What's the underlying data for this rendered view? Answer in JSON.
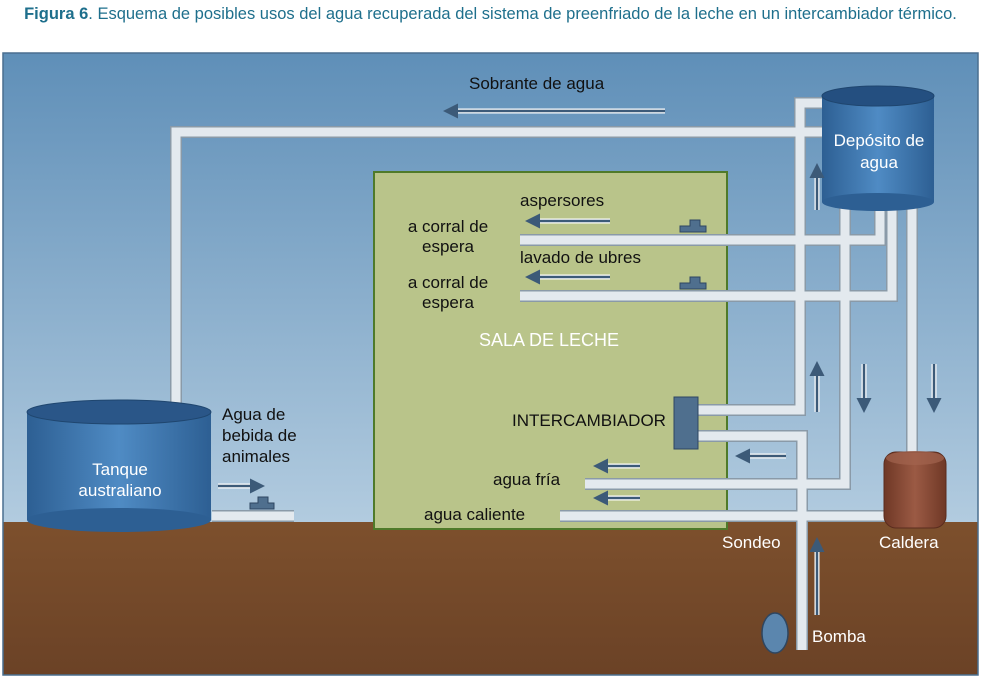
{
  "caption": {
    "prefix": "Figura 6",
    "text": ". Esquema de posibles usos del agua recuperada del sistema de preenfriado de la leche en un intercambiador térmico."
  },
  "labels": {
    "sobrante": "Sobrante de agua",
    "deposito": "Depósito de agua",
    "aspersores": "aspersores",
    "corral1": "a corral de espera",
    "lavado": "lavado de ubres",
    "corral2": "a corral de espera",
    "sala": "SALA DE LECHE",
    "intercambiador": "INTERCAMBIADOR",
    "agua_fria": "agua fría",
    "agua_caliente": "agua caliente",
    "tanque": "Tanque australiano",
    "agua_bebida": "Agua de bebida de animales",
    "sondeo": "Sondeo",
    "caldera": "Caldera",
    "bomba": "Bomba"
  },
  "colors": {
    "sky_top": "#5f8fb8",
    "sky_bottom": "#c9dcea",
    "ground": "#7a4e2c",
    "room": "#b9c48a",
    "room_border": "#4f7a2a",
    "pipe": "#dfe6ec",
    "tank": "#3d77ad",
    "boiler": "#8a4a36",
    "arrow": "#3c5a78",
    "caption": "#1e6f8c"
  }
}
